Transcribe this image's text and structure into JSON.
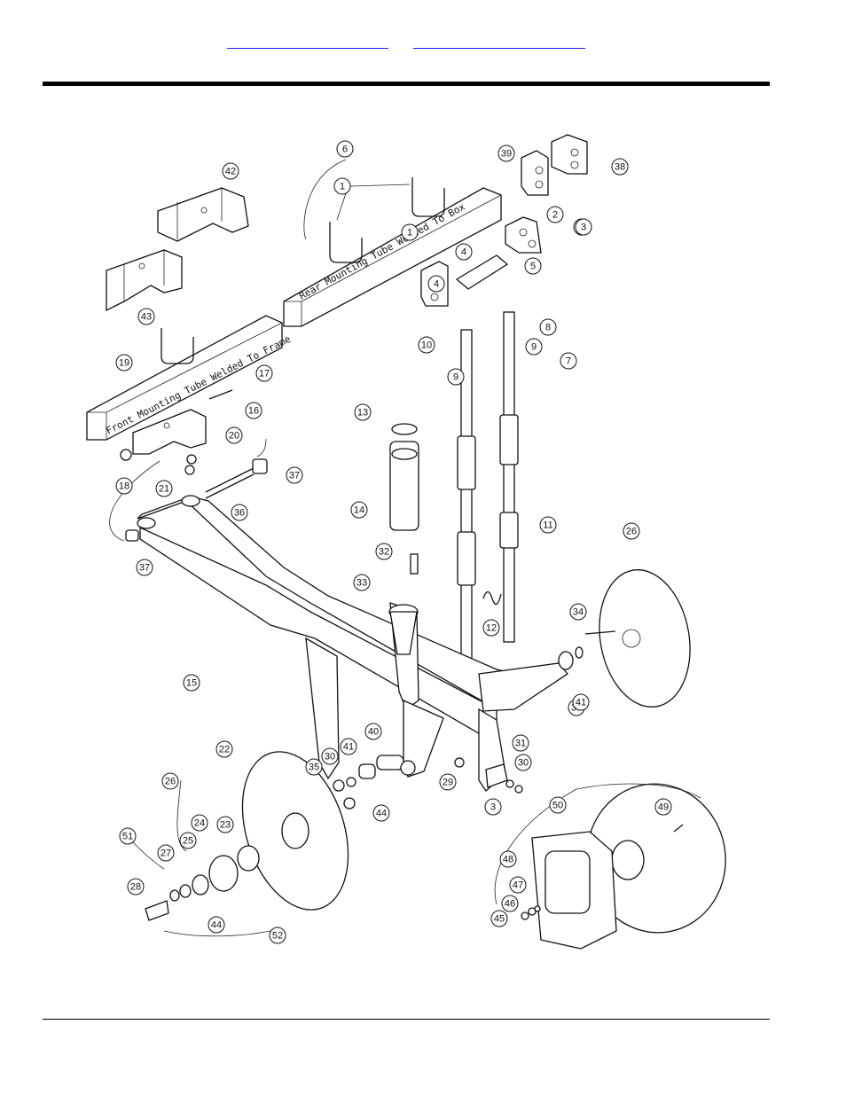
{
  "header": {
    "links": [
      "",
      ""
    ]
  },
  "diagram": {
    "labels": {
      "rear_tube": "Rear Mounting Tube Welded To Box",
      "front_tube": "Front Mounting Tube Welded To Frame"
    },
    "callouts": [
      "1",
      "1",
      "2",
      "2",
      "3",
      "3",
      "4",
      "4",
      "5",
      "6",
      "7",
      "8",
      "9",
      "9",
      "10",
      "11",
      "12",
      "13",
      "14",
      "15",
      "16",
      "17",
      "18",
      "19",
      "20",
      "21",
      "22",
      "23",
      "24",
      "25",
      "26",
      "26",
      "27",
      "28",
      "29",
      "30",
      "30",
      "30",
      "31",
      "32",
      "33",
      "34",
      "35",
      "36",
      "37",
      "37",
      "38",
      "39",
      "40",
      "41",
      "41",
      "42",
      "43",
      "44",
      "44",
      "45",
      "46",
      "47",
      "48",
      "49",
      "50",
      "51",
      "52"
    ]
  }
}
